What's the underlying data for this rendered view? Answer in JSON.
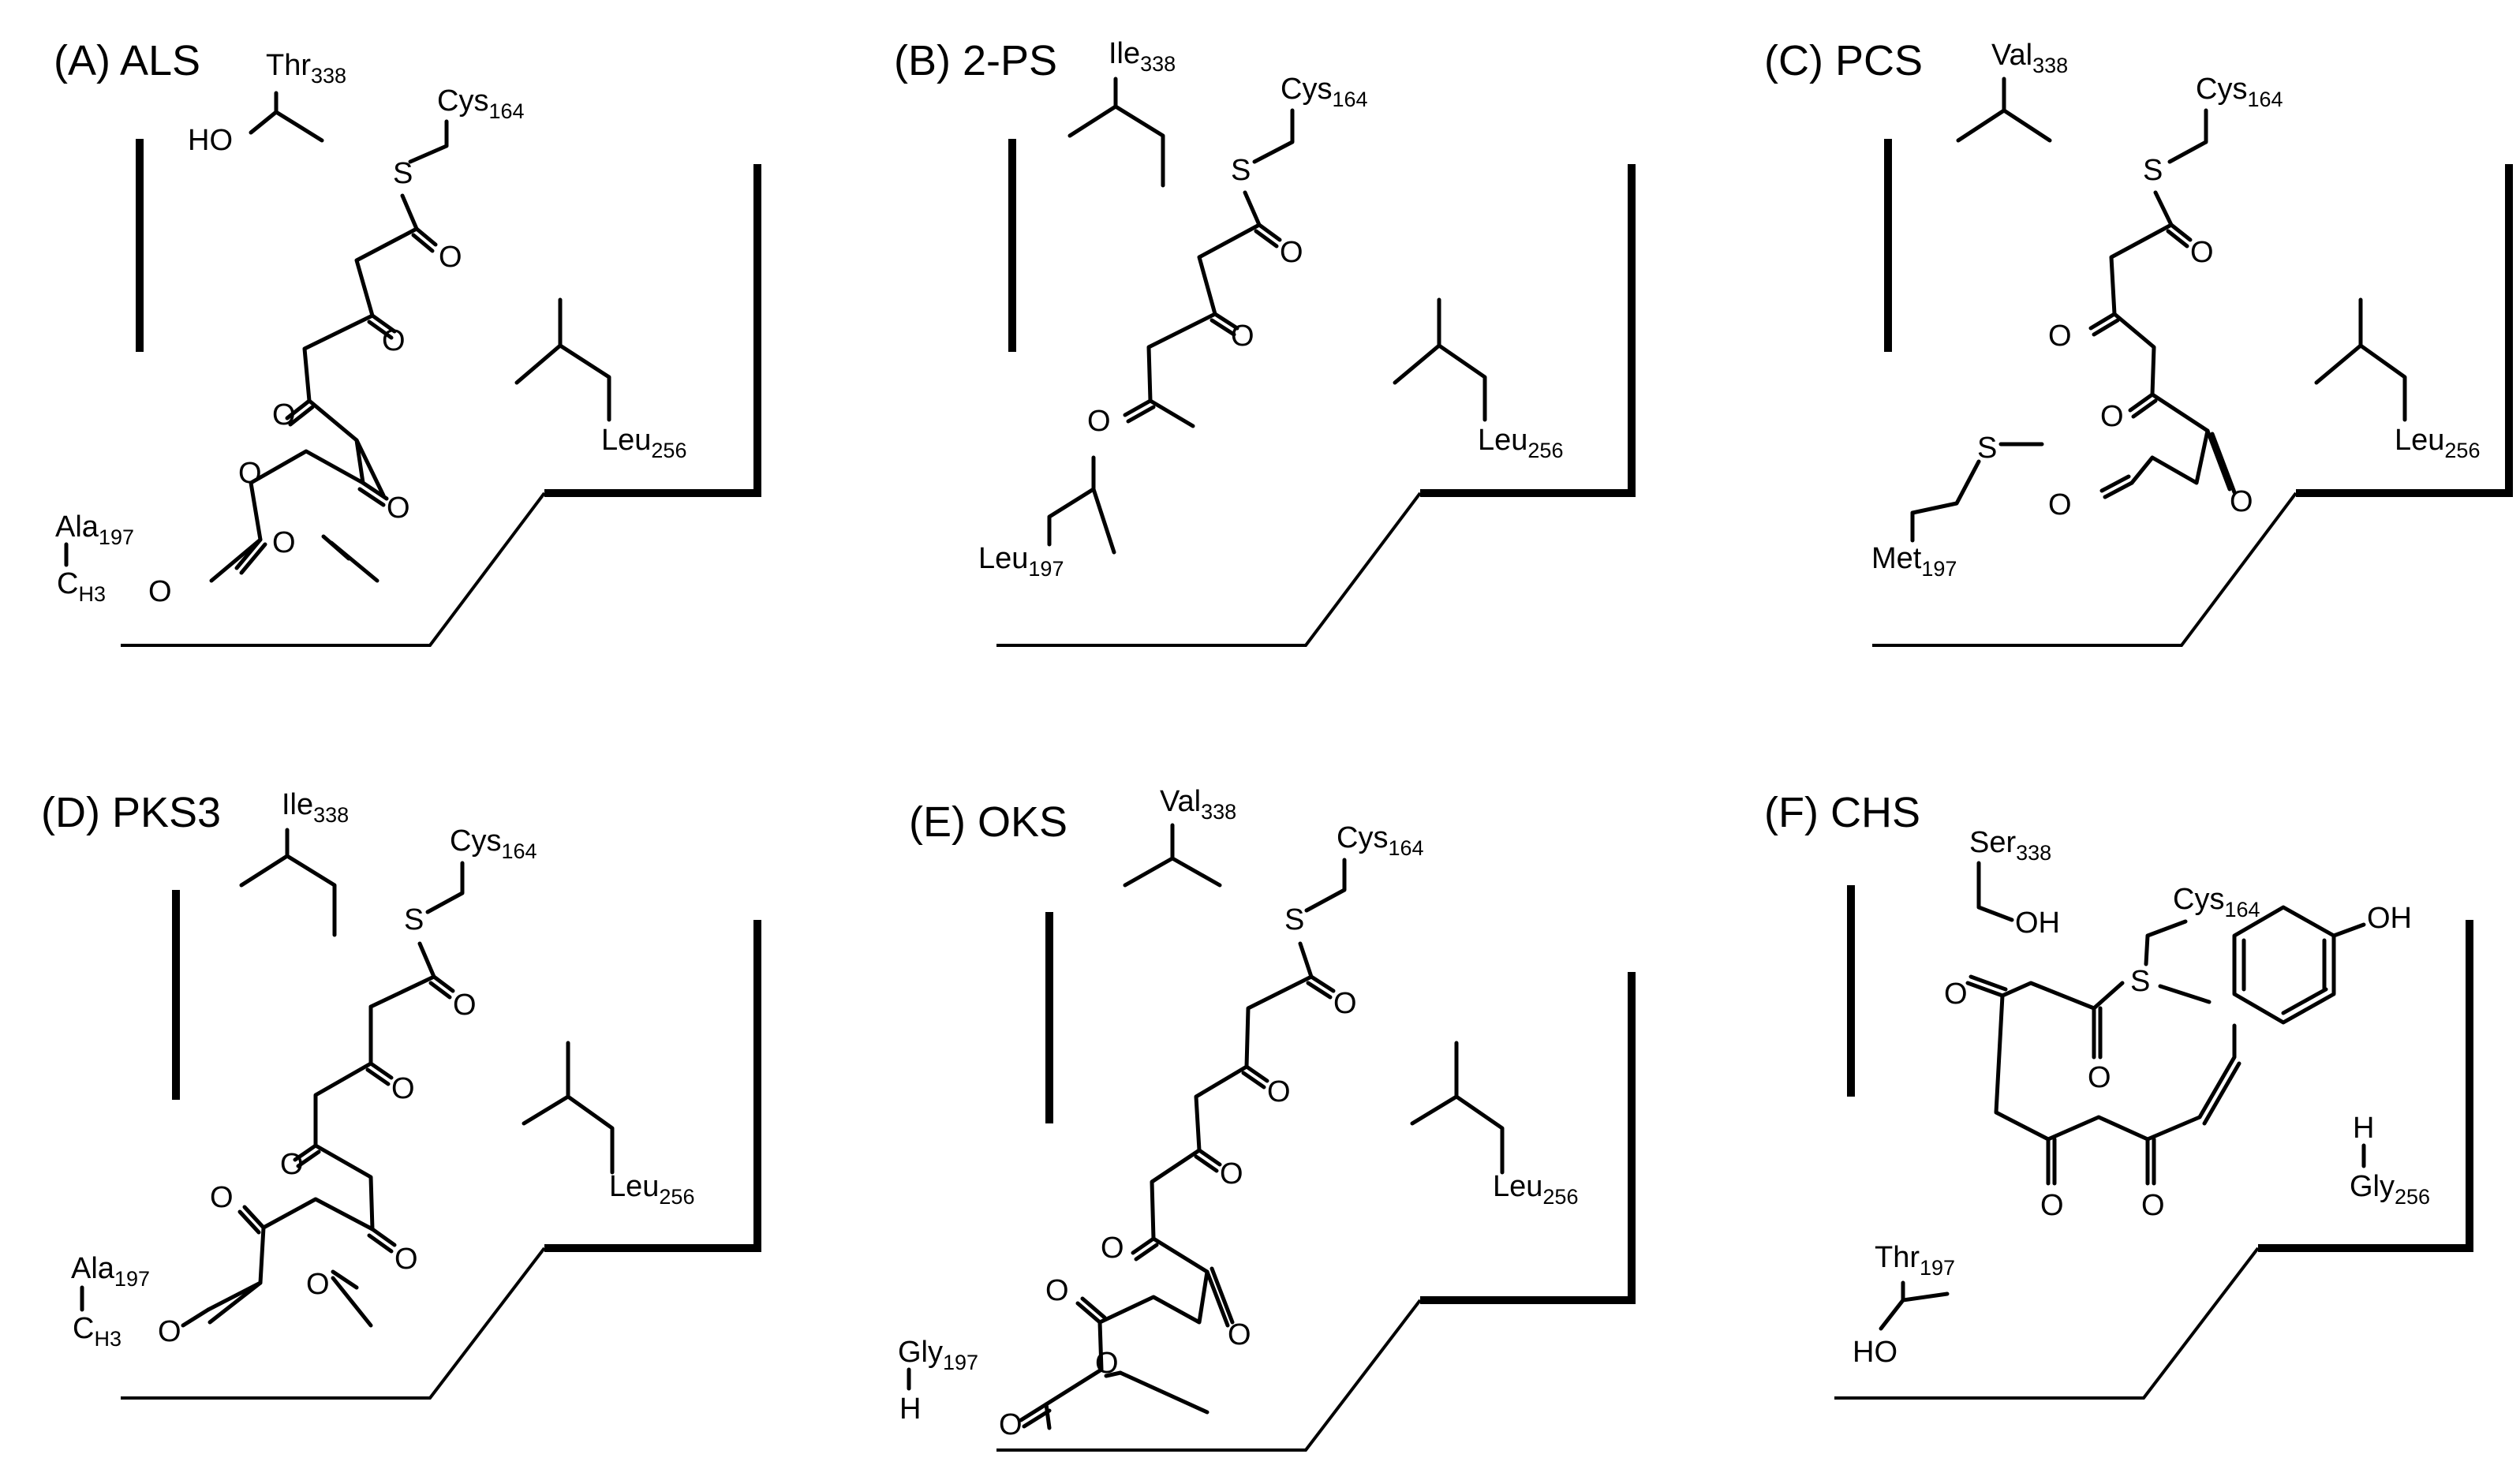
{
  "panels": [
    {
      "id": "A",
      "title": "(A) ALS",
      "pos338": {
        "name": "Thr",
        "sub": "338"
      },
      "pos164": {
        "name": "Cys",
        "sub": "164"
      },
      "pos256": {
        "name": "Leu",
        "sub": "256"
      },
      "pos197": {
        "name": "Ala",
        "sub": "197"
      }
    },
    {
      "id": "B",
      "title": "(B) 2-PS",
      "pos338": {
        "name": "Ile",
        "sub": "338"
      },
      "pos164": {
        "name": "Cys",
        "sub": "164"
      },
      "pos256": {
        "name": "Leu",
        "sub": "256"
      },
      "pos197": {
        "name": "Leu",
        "sub": "197"
      }
    },
    {
      "id": "C",
      "title": "(C) PCS",
      "pos338": {
        "name": "Val",
        "sub": "338"
      },
      "pos164": {
        "name": "Cys",
        "sub": "164"
      },
      "pos256": {
        "name": "Leu",
        "sub": "256"
      },
      "pos197": {
        "name": "Met",
        "sub": "197"
      }
    },
    {
      "id": "D",
      "title": "(D) PKS3",
      "pos338": {
        "name": "Ile",
        "sub": "338"
      },
      "pos164": {
        "name": "Cys",
        "sub": "164"
      },
      "pos256": {
        "name": "Leu",
        "sub": "256"
      },
      "pos197": {
        "name": "Ala",
        "sub": "197"
      }
    },
    {
      "id": "E",
      "title": "(E) OKS",
      "pos338": {
        "name": "Val",
        "sub": "338"
      },
      "pos164": {
        "name": "Cys",
        "sub": "164"
      },
      "pos256": {
        "name": "Leu",
        "sub": "256"
      },
      "pos197": {
        "name": "Gly",
        "sub": "197"
      }
    },
    {
      "id": "F",
      "title": "(F) CHS",
      "pos338": {
        "name": "Ser",
        "sub": "338"
      },
      "pos164": {
        "name": "Cys",
        "sub": "164"
      },
      "pos256": {
        "name": "Gly",
        "sub": "256"
      },
      "pos197": {
        "name": "Thr",
        "sub": "197"
      }
    }
  ],
  "atoms": {
    "O": "O",
    "S": "S",
    "OH": "OH",
    "HO": "HO",
    "H": "H",
    "C": "C",
    "H3": "H3"
  }
}
